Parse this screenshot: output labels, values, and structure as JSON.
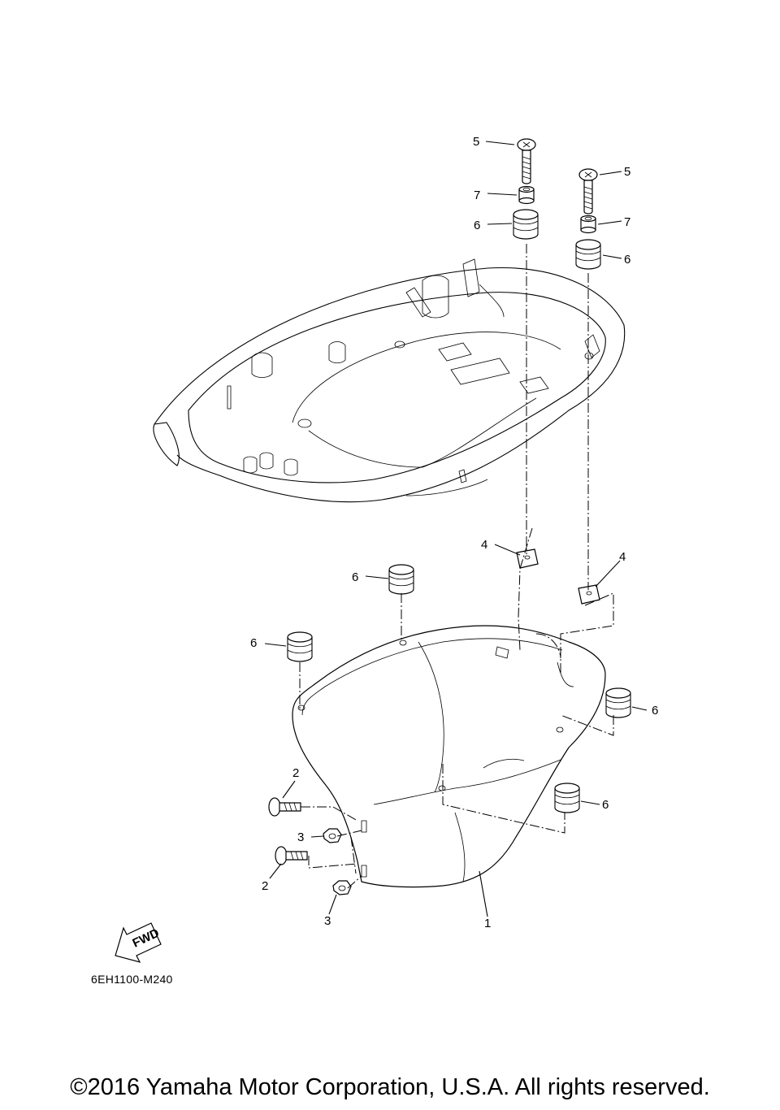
{
  "diagram": {
    "code": "6EH1100-M240",
    "fwd_label": "FWD",
    "copyright": "©2016 Yamaha Motor Corporation, U.S.A. All rights reserved.",
    "callouts": [
      {
        "id": "c1",
        "text": "1"
      },
      {
        "id": "c2a",
        "text": "2"
      },
      {
        "id": "c2b",
        "text": "2"
      },
      {
        "id": "c3a",
        "text": "3"
      },
      {
        "id": "c3b",
        "text": "3"
      },
      {
        "id": "c4a",
        "text": "4"
      },
      {
        "id": "c4b",
        "text": "4"
      },
      {
        "id": "c5a",
        "text": "5"
      },
      {
        "id": "c5b",
        "text": "5"
      },
      {
        "id": "c6a",
        "text": "6"
      },
      {
        "id": "c6b",
        "text": "6"
      },
      {
        "id": "c6c",
        "text": "6"
      },
      {
        "id": "c6d",
        "text": "6"
      },
      {
        "id": "c6e",
        "text": "6"
      },
      {
        "id": "c6f",
        "text": "6"
      },
      {
        "id": "c7a",
        "text": "7"
      },
      {
        "id": "c7b",
        "text": "7"
      }
    ]
  }
}
